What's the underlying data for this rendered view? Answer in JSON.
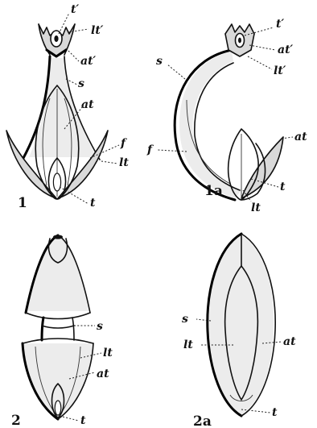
{
  "figures": [
    {
      "number": "1",
      "labels": [
        "t′",
        "lt′",
        "at′",
        "s",
        "at",
        "f",
        "lt",
        "t"
      ]
    },
    {
      "number": "1a",
      "labels": [
        "t′",
        "at′",
        "lt′",
        "s",
        "f",
        "at",
        "t",
        "lt"
      ]
    },
    {
      "number": "2",
      "labels": [
        "s",
        "lt",
        "at",
        "t"
      ]
    },
    {
      "number": "2a",
      "labels": [
        "s",
        "lt",
        "at",
        "t"
      ]
    }
  ]
}
